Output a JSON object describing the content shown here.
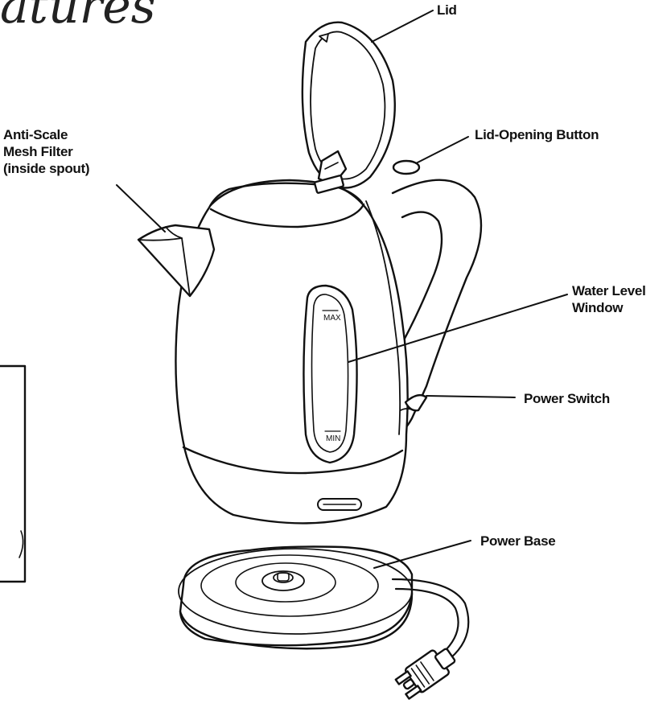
{
  "heading": "atures",
  "window_marks": {
    "max": "MAX",
    "min": "MIN"
  },
  "labels": {
    "lid": "Lid",
    "anti_scale_filter": [
      "Anti-Scale",
      "Mesh Filter",
      "(inside spout)"
    ],
    "lid_opening_button": "Lid-Opening Button",
    "water_level_window": [
      "Water Level",
      "Window"
    ],
    "power_switch": "Power Switch",
    "power_base": "Power Base"
  }
}
